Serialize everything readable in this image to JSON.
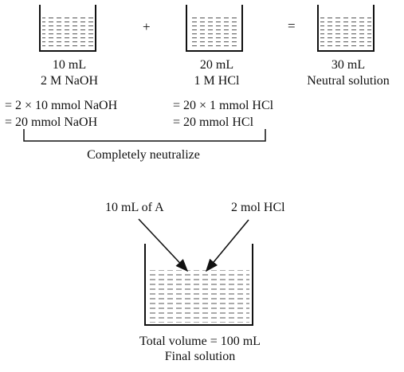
{
  "top": {
    "plus_sign": "+",
    "equals_sign": "=",
    "beaker_a": {
      "volume": "10 mL",
      "solute": "2 M NaOH"
    },
    "beaker_b": {
      "volume": "20 mL",
      "solute": "1 M HCl"
    },
    "beaker_c": {
      "volume": "30 mL",
      "solute": "Neutral solution"
    },
    "calc_left": [
      "= 2 × 10 mmol NaOH",
      "= 20 mmol NaOH"
    ],
    "calc_right": [
      "= 20 × 1 mmol HCl",
      "= 20 mmol HCl"
    ],
    "bracket_label": "Completely neutralize"
  },
  "bottom": {
    "arrow_left_label": "10 mL of A",
    "arrow_right_label": "2 mol HCl",
    "caption_line1": "Total volume = 100 mL",
    "caption_line2": "Final solution"
  }
}
